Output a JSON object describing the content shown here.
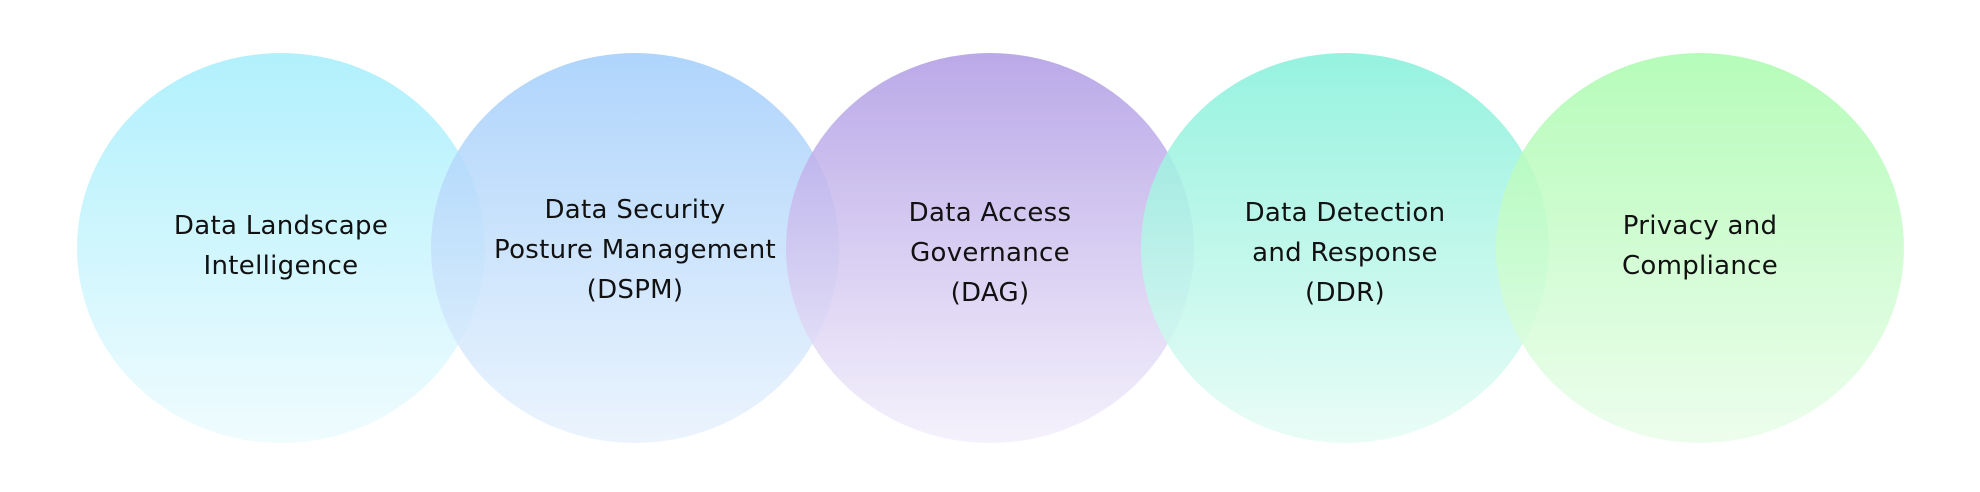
{
  "circles": [
    {
      "label_lines": [
        "Data Landscape",
        "Intelligence"
      ],
      "color_top": "#a3eefc",
      "color_bottom": "#edfbfe"
    },
    {
      "label_lines": [
        "Data Security",
        "Posture Management",
        "(DSPM)"
      ],
      "color_top": "#a1cdfb",
      "color_bottom": "#e8f2fd"
    },
    {
      "label_lines": [
        "Data Access",
        "Governance",
        "(DAG)"
      ],
      "color_top": "#ae9ae4",
      "color_bottom": "#f3effb"
    },
    {
      "label_lines": [
        "Data Detection",
        "and Response",
        "(DDR)"
      ],
      "color_top": "#84f0da",
      "color_bottom": "#e6fcf5"
    },
    {
      "label_lines": [
        "Privacy and",
        "Compliance"
      ],
      "color_top": "#a9fbad",
      "color_bottom": "#eafdea"
    }
  ]
}
